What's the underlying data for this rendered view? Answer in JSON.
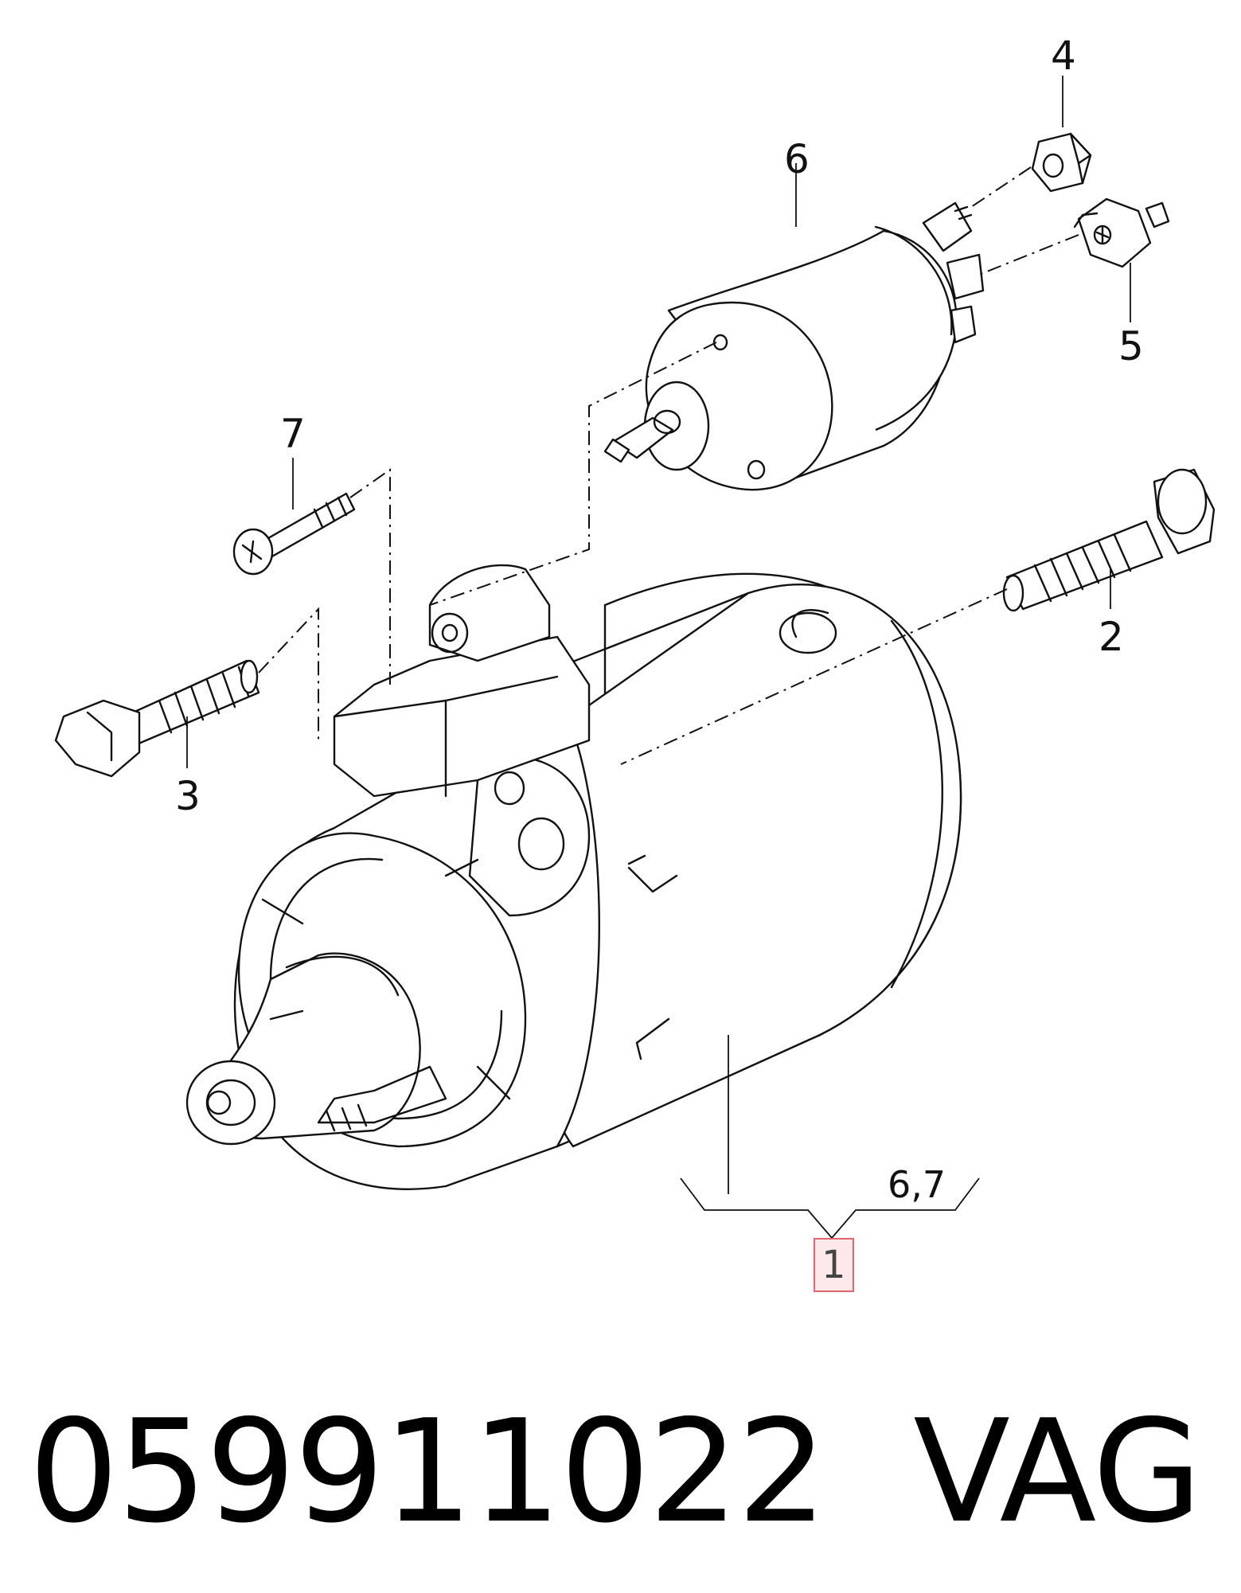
{
  "callouts": {
    "c1": "1",
    "c2": "2",
    "c3": "3",
    "c4": "4",
    "c5": "5",
    "c6": "6",
    "c7": "7",
    "group": "6,7"
  },
  "footer": {
    "part_number": "059911022",
    "brand": "VAG"
  },
  "colors": {
    "line": "#111111",
    "highlight_border": "#e0656e",
    "highlight_fill": "#fde8ea"
  }
}
